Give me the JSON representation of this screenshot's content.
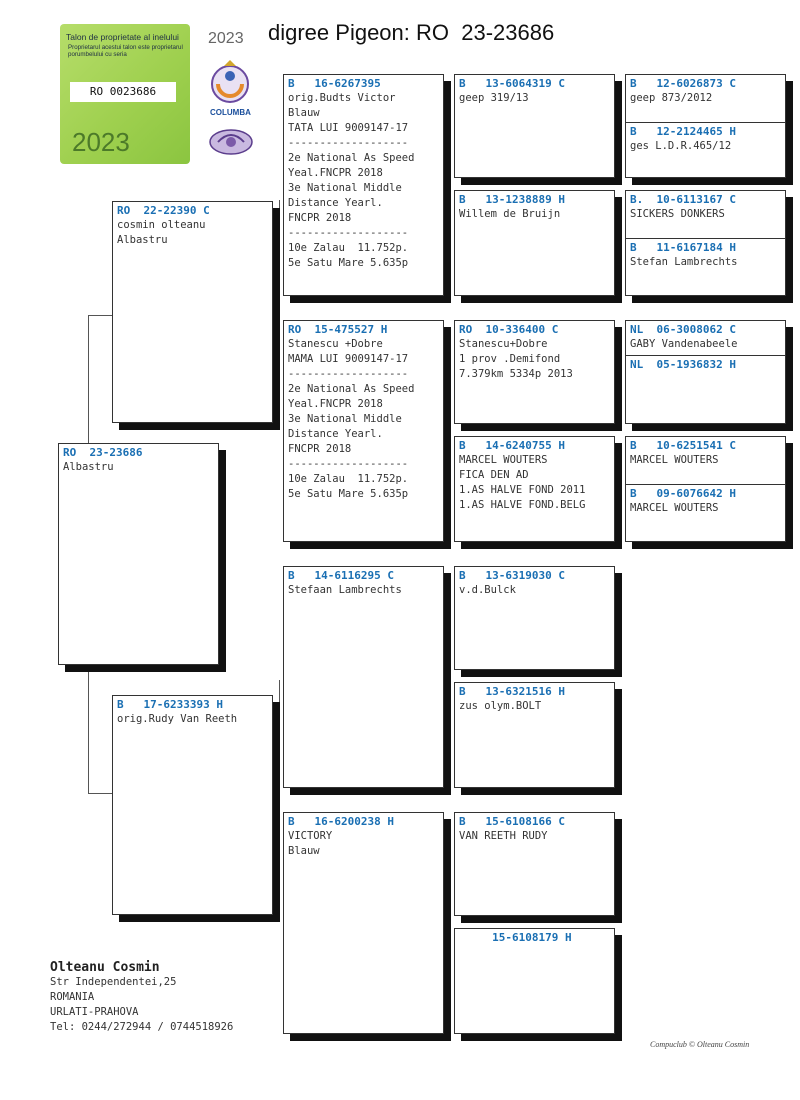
{
  "header": {
    "title": "digree Pigeon: RO  23-23686"
  },
  "ownership_card": {
    "heading": "Talon de proprietate al inelului",
    "subtext": "Proprietarul acestui talon este proprietarul porumbelului cu seria",
    "serial": "RO 0023686",
    "year": "2023",
    "year_small": "2023"
  },
  "logo": {
    "text": "COLUMBA"
  },
  "pigeon": {
    "ring": "RO  23-23686",
    "lines": [
      "",
      "",
      "Albastru"
    ]
  },
  "sire": {
    "ring": "RO  22-22390 C",
    "lines": [
      "cosmin olteanu",
      "",
      "Albastru"
    ]
  },
  "dam": {
    "ring": "B   17-6233393 H",
    "lines": [
      "orig.Rudy Van Reeth"
    ]
  },
  "ss": {
    "ring": "B   16-6267395",
    "lines": [
      "orig.Budts Victor",
      "",
      "Blauw",
      "TATA LUI 9009147-17",
      "-------------------",
      "2e National As Speed",
      "Yeal.FNCPR 2018",
      "3e National Middle",
      "Distance Yearl.",
      "FNCPR 2018",
      "-------------------",
      "10e Zalau  11.752p.",
      "5e Satu Mare 5.635p"
    ]
  },
  "sd": {
    "ring": "RO  15-475527 H",
    "lines": [
      "Stanescu +Dobre",
      "",
      "",
      "MAMA LUI 9009147-17",
      "-------------------",
      "2e National As Speed",
      "Yeal.FNCPR 2018",
      "3e National Middle",
      "Distance Yearl.",
      "FNCPR 2018",
      "-------------------",
      "10e Zalau  11.752p.",
      "5e Satu Mare 5.635p"
    ]
  },
  "ds": {
    "ring": "B   14-6116295 C",
    "lines": [
      "Stefaan Lambrechts"
    ]
  },
  "dd": {
    "ring": "B   16-6200238 H",
    "lines": [
      "VICTORY",
      "",
      "Blauw"
    ]
  },
  "sss": {
    "ring": "B   13-6064319 C",
    "lines": [
      "geep 319/13"
    ]
  },
  "ssd": {
    "ring": "B   13-1238889 H",
    "lines": [
      "Willem de Bruijn"
    ]
  },
  "sds": {
    "ring": "RO  10-336400 C",
    "lines": [
      "Stanescu+Dobre",
      "",
      "",
      "1 prov .Demifond",
      "7.379km 5334p 2013"
    ]
  },
  "sdd": {
    "ring": "B   14-6240755 H",
    "lines": [
      "MARCEL WOUTERS",
      "",
      "FICA DEN AD",
      "1.AS HALVE FOND 2011",
      "1.AS HALVE FOND.BELG"
    ]
  },
  "dss": {
    "ring": "B   13-6319030 C",
    "lines": [
      "v.d.Bulck"
    ]
  },
  "dsd": {
    "ring": "B   13-6321516 H",
    "lines": [
      "zus olym.BOLT"
    ]
  },
  "dds": {
    "ring": "B   15-6108166 C",
    "lines": [
      "VAN REETH RUDY"
    ]
  },
  "ddd": {
    "ring": "     15-6108179 H",
    "lines": []
  },
  "gen4": [
    {
      "ring": "B   12-6026873 C",
      "lines": [
        "geep 873/2012"
      ]
    },
    {
      "ring": "B   12-2124465 H",
      "lines": [
        "ges L.D.R.465/12"
      ]
    },
    {
      "ring": "B.  10-6113167 C",
      "lines": [
        "SICKERS DONKERS"
      ]
    },
    {
      "ring": "B   11-6167184 H",
      "lines": [
        "Stefan Lambrechts"
      ]
    },
    {
      "ring": "NL  06-3008062 C",
      "lines": [
        "GABY Vandenabeele"
      ]
    },
    {
      "ring": "NL  05-1936832 H",
      "lines": []
    },
    {
      "ring": "B   10-6251541 C",
      "lines": [
        "MARCEL WOUTERS"
      ]
    },
    {
      "ring": "B   09-6076642 H",
      "lines": [
        "MARCEL WOUTERS"
      ]
    }
  ],
  "owner": {
    "name": "Olteanu Cosmin",
    "address": [
      "Str Independentei,25",
      "ROMANIA",
      "URLATI-PRAHOVA",
      "Tel: 0244/272944 / 0744518926"
    ]
  },
  "footer": {
    "text": "Compuclub © Olteanu Cosmin"
  },
  "colors": {
    "ring_text": "#1a6fb3",
    "card_green": "#9fd04f"
  }
}
